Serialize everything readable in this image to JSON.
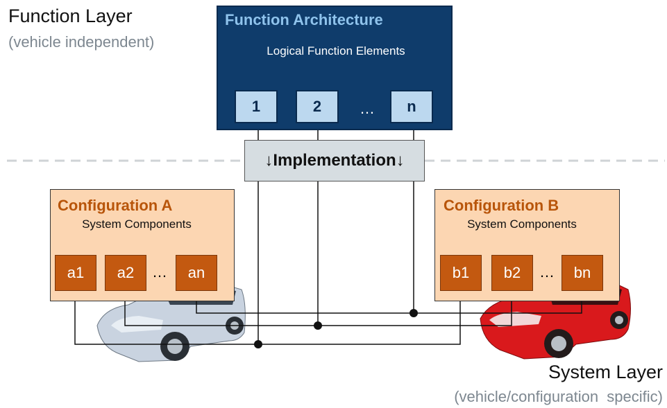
{
  "function_layer": {
    "title": "Function Layer",
    "subtitle": "(vehicle independent)"
  },
  "system_layer": {
    "title": "System Layer",
    "subtitle": "(vehicle/configuration  specific)"
  },
  "function_architecture": {
    "title": "Function Architecture",
    "subtitle": "Logical Function Elements",
    "elements": [
      "1",
      "2",
      "…",
      "n"
    ]
  },
  "implementation": {
    "label": "↓Implementation↓"
  },
  "config_a": {
    "title": "Configuration A",
    "subtitle": "System Components",
    "components": [
      "a1",
      "a2",
      "…",
      "an"
    ]
  },
  "config_b": {
    "title": "Configuration B",
    "subtitle": "System Components",
    "components": [
      "b1",
      "b2",
      "…",
      "bn"
    ]
  },
  "colors": {
    "function_arch_bg": "#0f3c6b",
    "function_title": "#8fc3ec",
    "function_element": "#bcd8ef",
    "config_bg": "#fcd6b2",
    "config_title": "#b8550a",
    "component_bg": "#c35910",
    "implementation_bg": "#d6dde1",
    "car_silver": "#c9d3e0",
    "car_red": "#d9191c"
  },
  "icons": [
    "silver-car-icon",
    "red-car-icon"
  ]
}
